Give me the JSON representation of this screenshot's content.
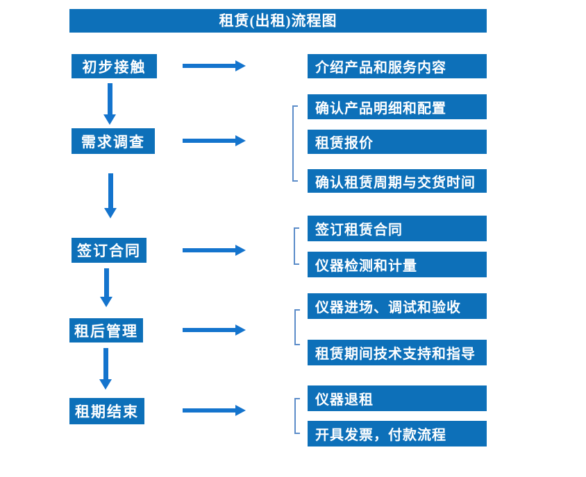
{
  "title": "租赁(出租)流程图",
  "colors": {
    "box_blue": "#0d70b9",
    "arrow_blue": "#1474cd",
    "bracket_blue": "#5b8cc9"
  },
  "stages": [
    {
      "label": "初步接触",
      "details": [
        "介绍产品和服务内容"
      ]
    },
    {
      "label": "需求调查",
      "details": [
        "确认产品明细和配置",
        "租赁报价",
        "确认租赁周期与交货时间"
      ]
    },
    {
      "label": "签订合同",
      "details": [
        "签订租赁合同",
        "仪器检测和计量"
      ]
    },
    {
      "label": "租后管理",
      "details": [
        "仪器进场、调试和验收",
        "租赁期间技术支持和指导"
      ]
    },
    {
      "label": "租期结束",
      "details": [
        "仪器退租",
        "开具发票，付款流程"
      ]
    }
  ]
}
